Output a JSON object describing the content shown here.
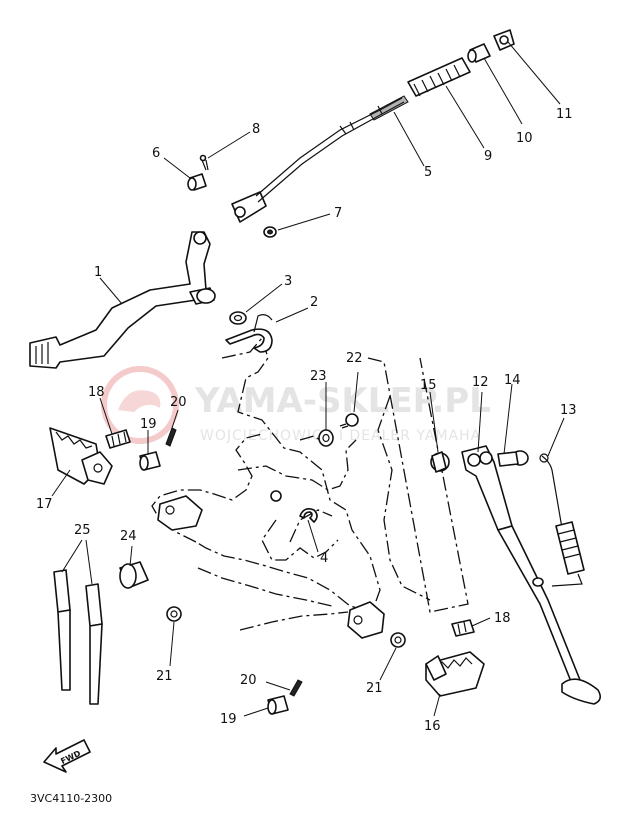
{
  "diagram": {
    "watermark": {
      "title": "YAMA-SKLEP.PL",
      "subtitle": "WOJCIECHOWICZ I DEALER YAMAHA"
    },
    "part_code": "3VC4110-2300",
    "fwd_label": "FWD",
    "callouts": [
      {
        "id": "1",
        "text": "1"
      },
      {
        "id": "2",
        "text": "2"
      },
      {
        "id": "3",
        "text": "3"
      },
      {
        "id": "4",
        "text": "4"
      },
      {
        "id": "5",
        "text": "5"
      },
      {
        "id": "6",
        "text": "6"
      },
      {
        "id": "7",
        "text": "7"
      },
      {
        "id": "8",
        "text": "8"
      },
      {
        "id": "9",
        "text": "9"
      },
      {
        "id": "10",
        "text": "10"
      },
      {
        "id": "11",
        "text": "11"
      },
      {
        "id": "12",
        "text": "12"
      },
      {
        "id": "13",
        "text": "13"
      },
      {
        "id": "14",
        "text": "14"
      },
      {
        "id": "15",
        "text": "15"
      },
      {
        "id": "16",
        "text": "16"
      },
      {
        "id": "17",
        "text": "17"
      },
      {
        "id": "18a",
        "text": "18"
      },
      {
        "id": "18b",
        "text": "18"
      },
      {
        "id": "19a",
        "text": "19"
      },
      {
        "id": "19b",
        "text": "19"
      },
      {
        "id": "20a",
        "text": "20"
      },
      {
        "id": "20b",
        "text": "20"
      },
      {
        "id": "21a",
        "text": "21"
      },
      {
        "id": "21b",
        "text": "21"
      },
      {
        "id": "22",
        "text": "22"
      },
      {
        "id": "23",
        "text": "23"
      },
      {
        "id": "24",
        "text": "24"
      },
      {
        "id": "25",
        "text": "25"
      }
    ]
  }
}
